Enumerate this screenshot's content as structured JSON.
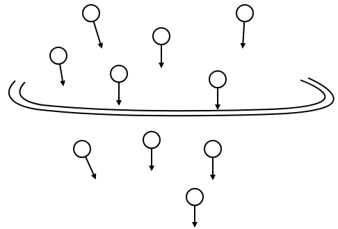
{
  "diagram": {
    "stroke_color": "#000000",
    "background": "#ffffff",
    "particles": [
      {
        "id": "p1"
      },
      {
        "id": "p2"
      },
      {
        "id": "p3"
      },
      {
        "id": "p4"
      },
      {
        "id": "p5"
      },
      {
        "id": "p6"
      },
      {
        "id": "p7"
      },
      {
        "id": "p8"
      },
      {
        "id": "p9"
      },
      {
        "id": "p10"
      },
      {
        "id": "p11"
      }
    ],
    "barrier": {
      "style": "double-line"
    }
  }
}
